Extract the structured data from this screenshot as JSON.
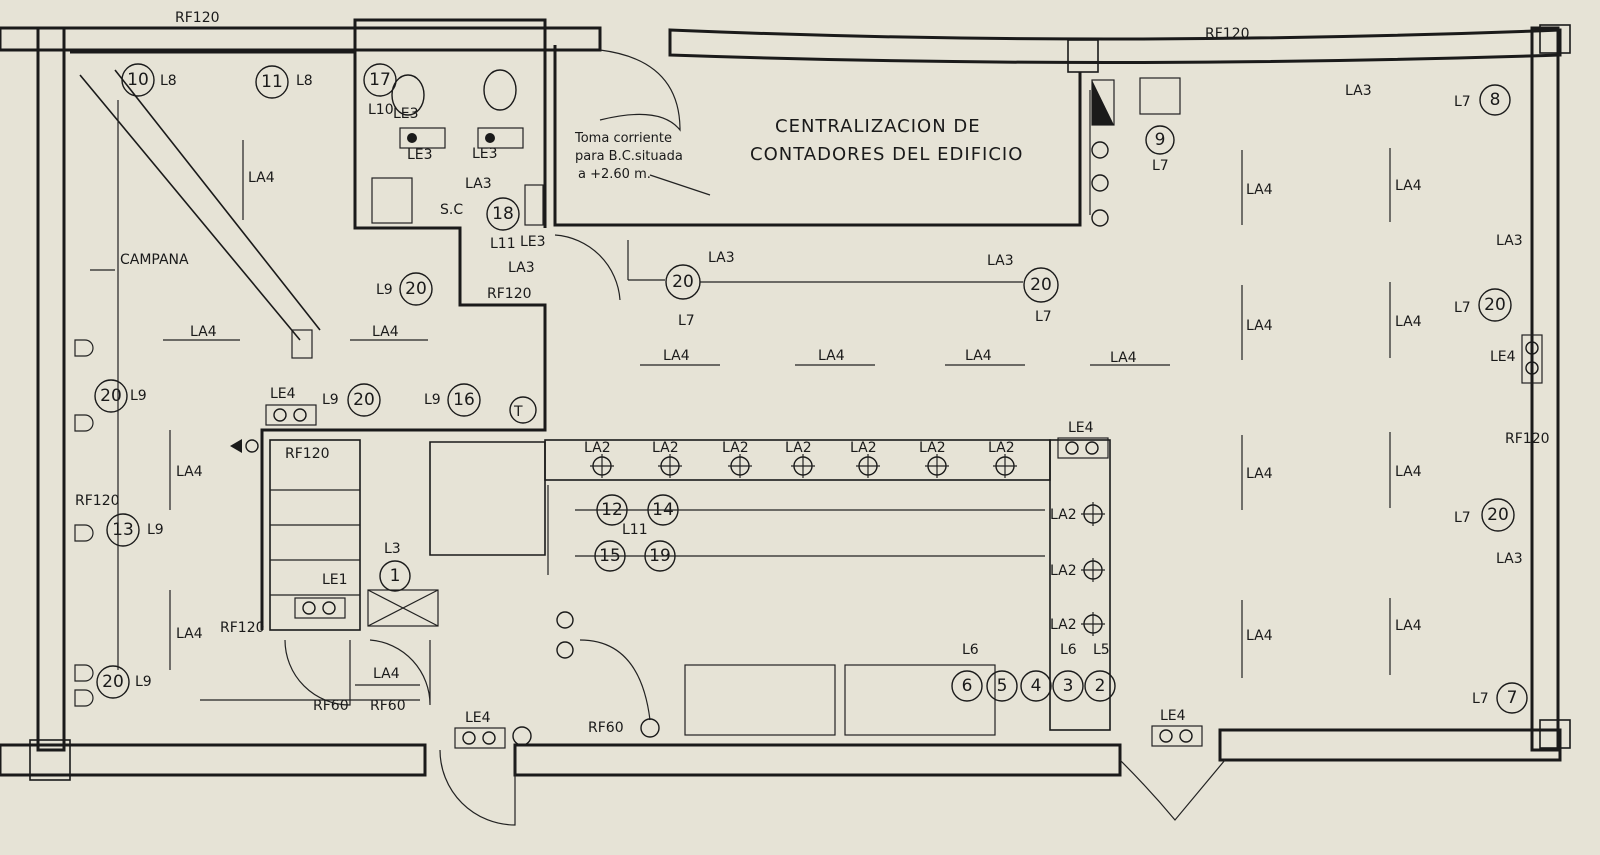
{
  "labels": {
    "rf120": "RF120",
    "rf60": "RF60",
    "la2": "LA2",
    "la3": "LA3",
    "la4": "LA4",
    "le1": "LE1",
    "le3": "LE3",
    "le4": "LE4",
    "l3": "L3",
    "l5": "L5",
    "l6": "L6",
    "l7": "L7",
    "l8": "L8",
    "l9": "L9",
    "l10": "L10",
    "l11": "L11",
    "campana": "CAMPANA",
    "sc": "S.C",
    "t": "T"
  },
  "note": {
    "line1": "Toma corriente",
    "line2": "para B.C.situada",
    "line3": "a +2.60 m."
  },
  "title": {
    "line1": "CENTRALIZACION DE",
    "line2": "CONTADORES DEL EDIFICIO"
  },
  "circuits": [
    "1",
    "2",
    "3",
    "4",
    "5",
    "6",
    "7",
    "8",
    "9",
    "10",
    "11",
    "12",
    "13",
    "14",
    "15",
    "16",
    "17",
    "18",
    "19",
    "20"
  ],
  "colors": {
    "paper": "#e6e3d6",
    "ink": "#1a1a1a"
  }
}
